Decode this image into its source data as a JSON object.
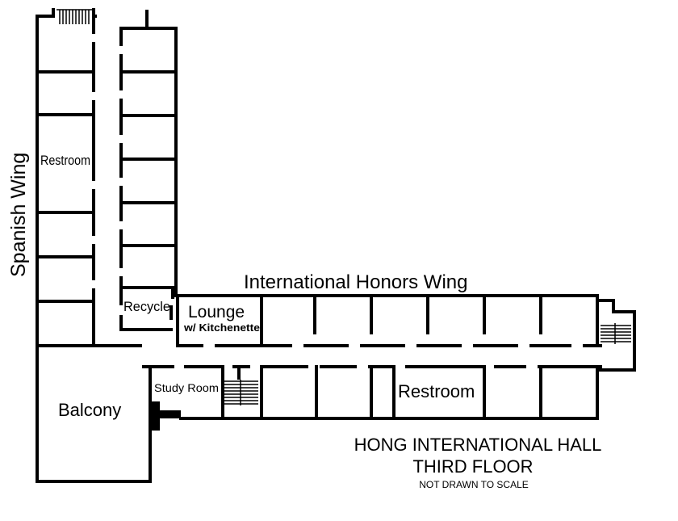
{
  "title": {
    "line1": "HONG INTERNATIONAL HALL",
    "line2": "THIRD FLOOR",
    "note": "NOT DRAWN TO SCALE"
  },
  "wings": {
    "spanish": "Spanish Wing",
    "honors": "International Honors Wing"
  },
  "rooms": {
    "restroom_spanish": "Restroom",
    "recycle": "Recycle",
    "lounge": "Lounge",
    "lounge_sub": "w/ Kitchenette",
    "balcony": "Balcony",
    "study_room": "Study Room",
    "restroom_honors": "Restroom"
  },
  "colors": {
    "ink": "#000000",
    "background": "#ffffff"
  }
}
